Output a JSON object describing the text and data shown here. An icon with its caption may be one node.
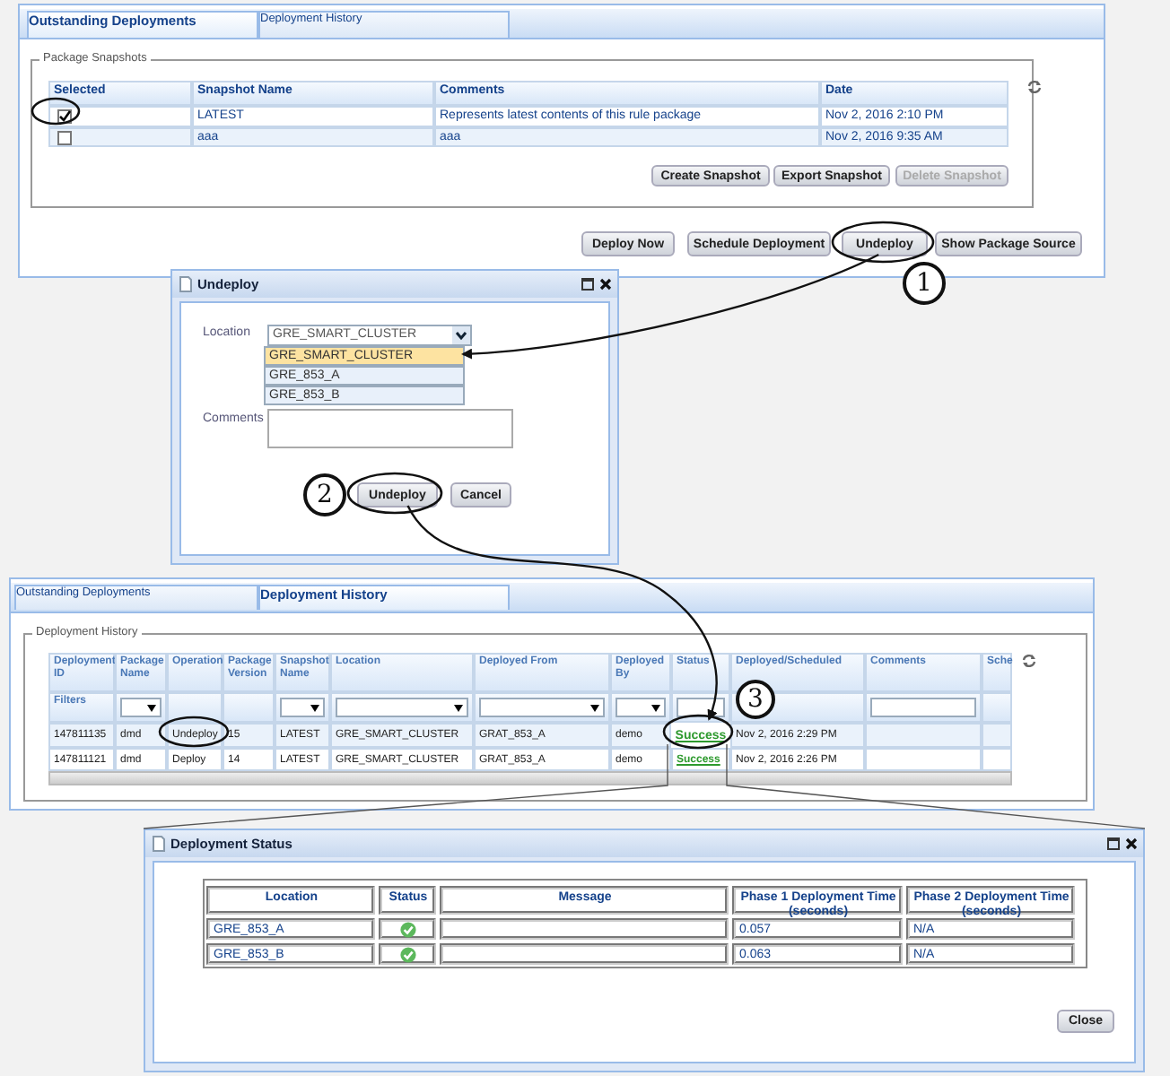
{
  "diagram": {
    "nodes": [
      {
        "text": [],
        "shape": "box"
      },
      {
        "text": [
          "Outstanding Deployments"
        ],
        "in": 0
      },
      {
        "text": [
          "Deployment History"
        ],
        "in": 0
      },
      {
        "text": [
          "Package Snapshots"
        ],
        "in": 0
      },
      {
        "text": [
          "Selected",
          "Snapshot Name",
          "Comments",
          "Date",
          "LATEST",
          "Represents latest contents of this rule package",
          "Nov 2, 2016 2:10 PM",
          "aaa",
          "aaa",
          "Nov 2, 2016 9:35 AM"
        ],
        "in": 3
      },
      {
        "text": [
          "Create Snapshot"
        ],
        "in": 3
      },
      {
        "text": [
          "Export Snapshot"
        ],
        "in": 3
      },
      {
        "text": [
          "Delete Snapshot"
        ],
        "in": 3
      },
      {
        "text": [
          "Deploy Now"
        ],
        "in": 0
      },
      {
        "text": [
          "Schedule Deployment"
        ],
        "in": 0
      },
      {
        "text": [
          "Undeploy"
        ],
        "in": 0
      },
      {
        "text": [
          "Show Package Source"
        ],
        "in": 0
      },
      {
        "text": [
          "1"
        ]
      },
      {
        "text": [
          "Undeploy"
        ]
      },
      {
        "text": [
          "GRE_SMART_CLUSTER"
        ],
        "in": 13,
        "beside": [
          "Location"
        ]
      },
      {
        "text": [
          "GRE_SMART_CLUSTER"
        ],
        "in": 13
      },
      {
        "text": [
          "GRE_853_A"
        ],
        "in": 13
      },
      {
        "text": [
          "GRE_853_B"
        ],
        "in": 13
      },
      {
        "text": [],
        "shape": "box",
        "in": 13,
        "beside": [
          "Comments"
        ]
      },
      {
        "text": [
          "2"
        ],
        "in": 13
      },
      {
        "text": [
          "Undeploy"
        ],
        "in": 13
      },
      {
        "text": [
          "Cancel"
        ],
        "in": 13
      },
      {
        "text": [],
        "shape": "box"
      },
      {
        "text": [
          "Outstanding Deployments"
        ],
        "in": 22
      },
      {
        "text": [
          "Deployment History"
        ],
        "in": 22
      },
      {
        "text": [
          "Deployment History"
        ],
        "in": 22
      },
      {
        "text": [
          "Deployment ID",
          "Package Name",
          "Operation",
          "Package Version",
          "Snapshot Name",
          "Location",
          "Deployed From",
          "Deployed By",
          "Status",
          "Deployed/Scheduled",
          "Comments",
          "Sche",
          "Filters",
          "147811135",
          "dmd",
          "Undeploy",
          "15",
          "LATEST",
          "GRE_SMART_CLUSTER",
          "GRAT_853_A",
          "demo",
          "Nov 2, 2016 2:29 PM",
          "147811121",
          "dmd",
          "Deploy",
          "14",
          "LATEST",
          "GRE_SMART_CLUSTER",
          "GRAT_853_A",
          "demo",
          "Success",
          "Nov 2, 2016 2:26 PM"
        ],
        "in": 25
      },
      {
        "text": [
          "Success"
        ],
        "in": 26
      },
      {
        "text": [
          "3"
        ],
        "in": 26
      },
      {
        "text": [
          "Deployment Status"
        ]
      },
      {
        "text": [
          "Location",
          "Status",
          "Message",
          "Phase 1 Deployment Time (seconds)",
          "Phase 2 Deployment Time (seconds)",
          "GRE_853_A",
          "0.057",
          "N/A",
          "GRE_853_B",
          "0.063",
          "N/A"
        ],
        "in": 29
      },
      {
        "text": [
          "Close"
        ],
        "in": 29
      }
    ],
    "edges": [
      {
        "from": 10,
        "to": 15,
        "arrow": "to"
      },
      {
        "from": 20,
        "to": 27,
        "arrow": "to"
      },
      {
        "from": 27,
        "to": 29,
        "arrow": "none"
      },
      {
        "from": 27,
        "to": 29,
        "arrow": "none"
      }
    ]
  }
}
